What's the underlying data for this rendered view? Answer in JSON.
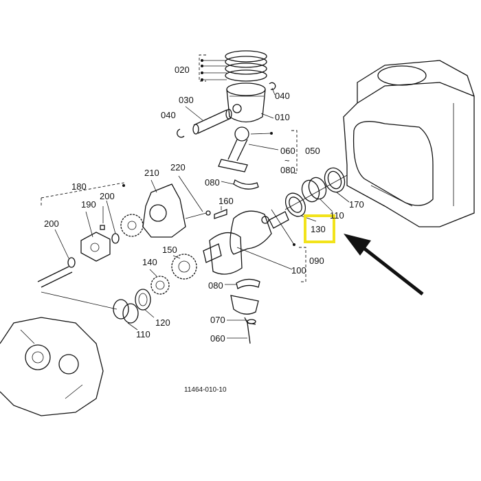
{
  "diagram": {
    "labels": [
      "020",
      "040",
      "030",
      "040",
      "010",
      "060",
      "~",
      "080",
      "050",
      "080",
      "220",
      "210",
      "180",
      "190",
      "200",
      "200",
      "160",
      "170",
      "110",
      "130",
      "090",
      "100",
      "150",
      "140",
      "080",
      "120",
      "110",
      "070",
      "060"
    ],
    "caption": "11464-010-10",
    "highlighted_part": "130",
    "highlight_color": "#f2e31b",
    "arrow_color": "#111111"
  }
}
